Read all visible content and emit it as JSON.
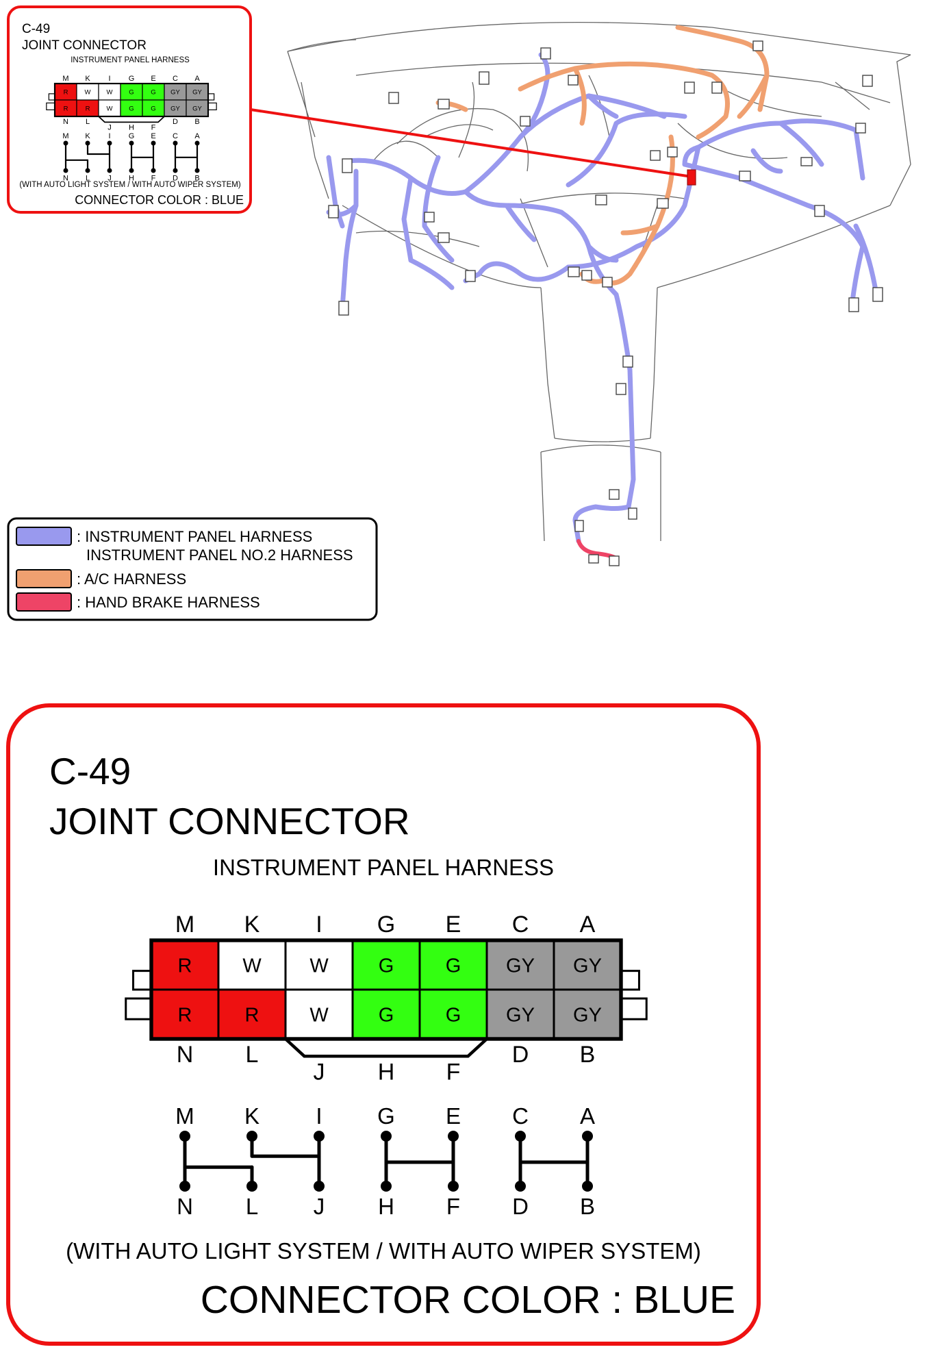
{
  "connector": {
    "id": "C-49",
    "name": "JOINT CONNECTOR",
    "harness": "INSTRUMENT PANEL HARNESS",
    "condition": "(WITH AUTO LIGHT SYSTEM / WITH AUTO WIPER SYSTEM)",
    "color_label": "CONNECTOR COLOR : BLUE",
    "top_letters": [
      "M",
      "K",
      "I",
      "G",
      "E",
      "C",
      "A"
    ],
    "bottom_letters_row1": [
      "N",
      "L",
      "",
      "",
      "",
      "D",
      "B"
    ],
    "bottom_letters_row2": [
      "",
      "",
      "J",
      "H",
      "F",
      "",
      ""
    ],
    "top_row_cells": [
      "R",
      "W",
      "W",
      "G",
      "G",
      "GY",
      "GY"
    ],
    "bottom_row_cells": [
      "R",
      "R",
      "W",
      "G",
      "G",
      "GY",
      "GY"
    ],
    "schematic_top": [
      "M",
      "K",
      "I",
      "G",
      "E",
      "C",
      "A"
    ],
    "schematic_bottom": [
      "N",
      "L",
      "J",
      "H",
      "F",
      "D",
      "B"
    ]
  },
  "cell_colors": {
    "R": "#ee1111",
    "W": "#ffffff",
    "G": "#33ff11",
    "GY": "#999999"
  },
  "legend": {
    "items": [
      {
        "label": ": INSTRUMENT PANEL HARNESS",
        "sublabel": "INSTRUMENT PANEL NO.2 HARNESS",
        "color": "#9999ee"
      },
      {
        "label": ": A/C HARNESS",
        "sublabel": "",
        "color": "#f0a070"
      },
      {
        "label": ": HAND BRAKE HARNESS",
        "sublabel": "",
        "color": "#ee4466"
      }
    ]
  },
  "colors": {
    "frame_red": "#ee1111",
    "harness_blue": "#9999ee",
    "harness_orange": "#f0a070",
    "harness_pink": "#ee4466",
    "outline": "#666666"
  }
}
